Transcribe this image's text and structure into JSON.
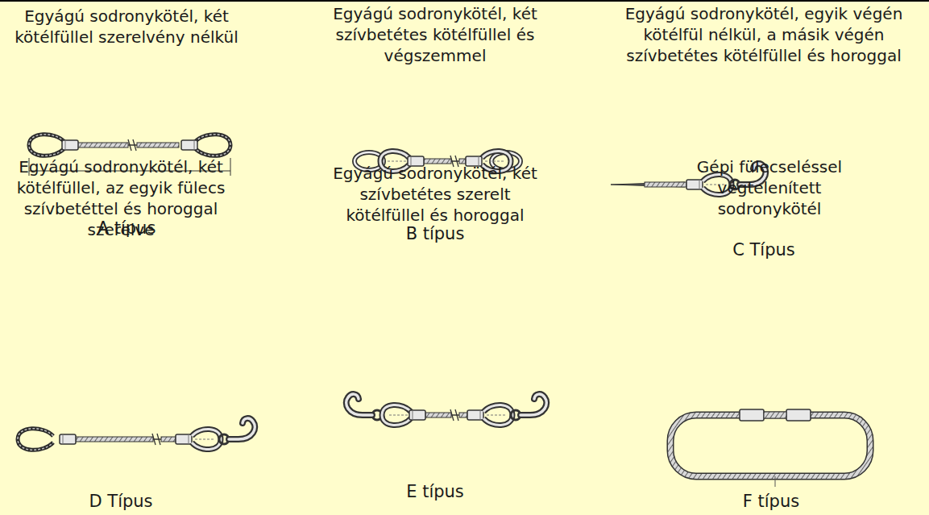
{
  "diagram": {
    "labels": [
      "Egyágú sodronykötél, két kötélfüllel szerelvény nélkül",
      "A típus",
      "Egyágú sodronykötél, két szívbetétes kötélfüllel és végszemmel",
      "B típus",
      "Egyágú sodronykötél, egyik végén kötélfül nélkül, a másik végén szívbetétes kötélfüllel és horoggal",
      "C Típus",
      "Egyágú sodronykötél, két kötélfüllel, az egyik fülecs szívbetéttel és horoggal szerelve",
      "D Típus",
      "Egyágú sodronykötél, két szívbetétes szerelt kötélfüllel és horoggal",
      "E típus",
      "Gépi fülecseléssel végtelenített sodronykötél",
      "F típus"
    ]
  }
}
